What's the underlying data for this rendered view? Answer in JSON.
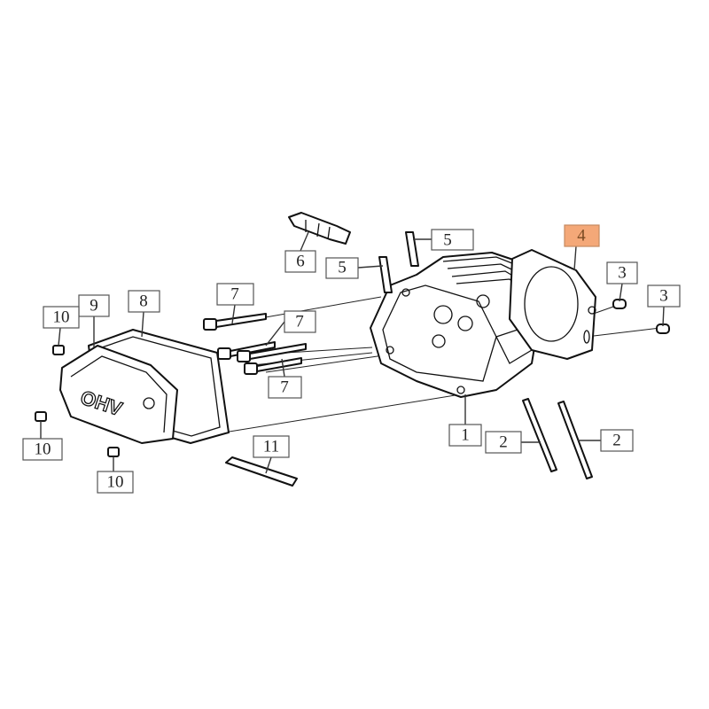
{
  "diagram": {
    "highlight_color": "#f4a878",
    "highlighted_part": "4",
    "cover_lettering": "OHV",
    "callouts": [
      {
        "id": "c1",
        "label": "1"
      },
      {
        "id": "c2a",
        "label": "2"
      },
      {
        "id": "c2b",
        "label": "2"
      },
      {
        "id": "c3a",
        "label": "3"
      },
      {
        "id": "c3b",
        "label": "3"
      },
      {
        "id": "c4",
        "label": "4"
      },
      {
        "id": "c5a",
        "label": "5"
      },
      {
        "id": "c5b",
        "label": "5"
      },
      {
        "id": "c6",
        "label": "6"
      },
      {
        "id": "c7a",
        "label": "7"
      },
      {
        "id": "c7b",
        "label": "7"
      },
      {
        "id": "c7c",
        "label": "7"
      },
      {
        "id": "c8",
        "label": "8"
      },
      {
        "id": "c9",
        "label": "9"
      },
      {
        "id": "c10a",
        "label": "10"
      },
      {
        "id": "c10b",
        "label": "10"
      },
      {
        "id": "c10c",
        "label": "10"
      },
      {
        "id": "c11",
        "label": "11"
      }
    ]
  }
}
